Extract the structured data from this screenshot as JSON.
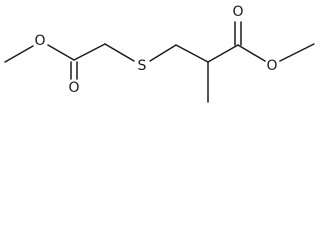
{
  "diagram": {
    "type": "skeletal-structure",
    "atoms": {
      "o_methoxy_left": "O",
      "o_carbonyl_left": "O",
      "s_thioether": "S",
      "o_carbonyl_right": "O",
      "o_methoxy_right": "O"
    },
    "colors": {
      "bond": "#1a1a1a",
      "label": "#1a1a1a",
      "background": "#ffffff"
    }
  }
}
